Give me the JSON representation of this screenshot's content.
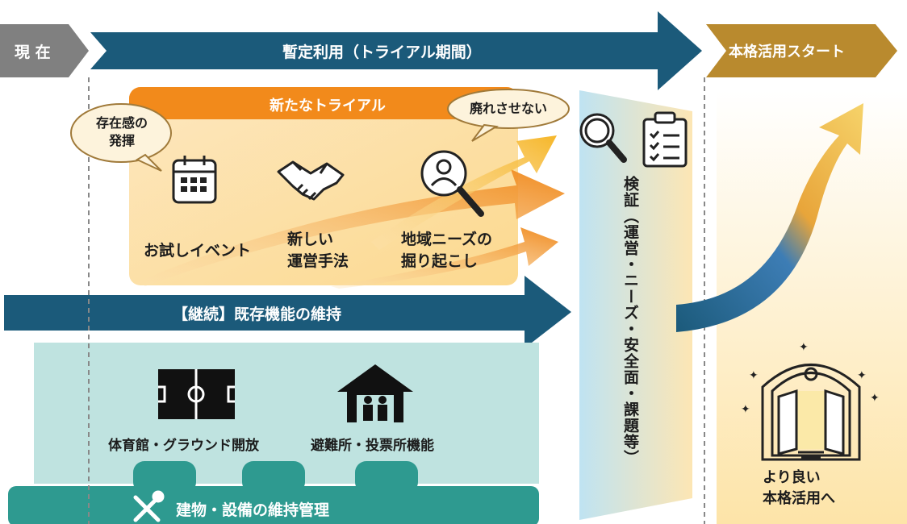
{
  "top_arrows": {
    "current": "現 在",
    "trial": "暫定利用（トライアル期間）",
    "start": "本格活用スタート"
  },
  "new_trial": {
    "title": "新たなトライアル",
    "bubble_left": "存在感の\n発揮",
    "bubble_right": "廃れさせない",
    "items": [
      {
        "label": "お試しイベント",
        "icon": "calendar-icon"
      },
      {
        "label": "新しい\n運営手法",
        "icon": "handshake-icon"
      },
      {
        "label": "地域ニーズの\n掘り起こし",
        "icon": "person-search-icon"
      }
    ]
  },
  "continue": {
    "label": "【継続】既存機能の維持",
    "items": [
      {
        "label": "体育館・グラウンド開放",
        "icon": "court-icon"
      },
      {
        "label": "避難所・投票所機能",
        "icon": "shelter-icon"
      }
    ]
  },
  "maintenance": {
    "label": "建物・設備の維持管理",
    "icon": "tools-icon"
  },
  "verification": {
    "label": "検証（運営・ニーズ・安全面・課題等）"
  },
  "result": {
    "label": "より良い\n本格活用へ",
    "icon": "building-open-icon"
  },
  "colors": {
    "navy": "#1b5a7a",
    "gold": "#b98a2e",
    "gray": "#808080",
    "orange": "#f0a030",
    "teal": "#2e9a90",
    "light_teal": "#bfe3e0"
  }
}
